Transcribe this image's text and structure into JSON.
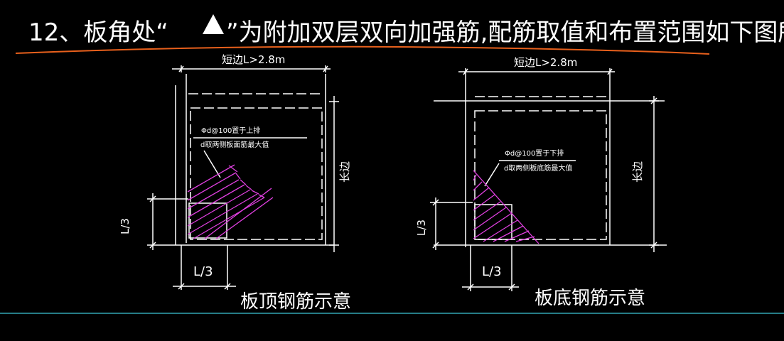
{
  "title": {
    "prefix": "12、板角处“",
    "suffix": "”为附加双层双向加强筋,配筋取值和布置范围如下图所示:"
  },
  "left_panel": {
    "dim_top": "短边L>2.8m",
    "note_line1": "Φd@100置于上排",
    "note_line2": "d取两侧板面筋最大值",
    "dim_side": "L/3",
    "dim_bottom": "L/3",
    "dim_right": "长边",
    "caption": "板顶钢筋示意"
  },
  "right_panel": {
    "dim_top": "短边L>2.8m",
    "note_line1": "Φd@100置于下排",
    "note_line2": "d取两侧板底筋最大值",
    "dim_side": "L/3",
    "dim_bottom": "L/3",
    "dim_right": "长边",
    "caption": "板底钢筋示意"
  },
  "colors": {
    "background": "#000000",
    "lines": "#ffffff",
    "hatch": "#e040e0",
    "title_underline": "#e8601c",
    "cyan_line": "#3cc8d8"
  }
}
